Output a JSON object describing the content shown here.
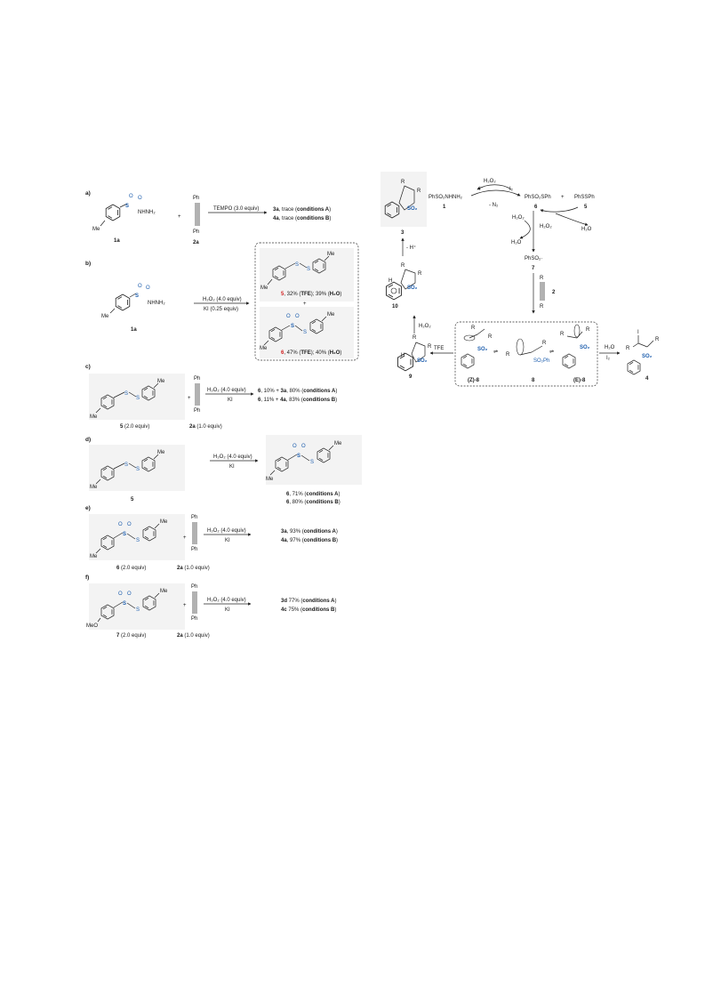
{
  "panels": {
    "a": {
      "label": "a)",
      "reagent_top": "TEMPO (3.0 equiv)",
      "alkyne_top": "Ph",
      "alkyne_bottom": "Ph",
      "mol1_label": "1a",
      "mol2_label": "2a",
      "mol1_group": "NHNH₂",
      "me": "Me",
      "plus": "+",
      "result1": {
        "cmp": "3a",
        "text": ", trace (",
        "cond": "conditions A",
        "close": ")"
      },
      "result2": {
        "cmp": "4a",
        "text": ", trace (",
        "cond": "conditions B",
        "close": ")"
      }
    },
    "b": {
      "label": "b)",
      "reagent_top": "H₂O₂ (4.0 equiv)",
      "reagent_bottom": "KI (0.25 equiv)",
      "mol_label": "1a",
      "group": "NHNH₂",
      "me": "Me",
      "s": "S",
      "o": "O",
      "plus": "+",
      "prod5": {
        "num": "5",
        "text": ", 32% (",
        "tfe": "TFE",
        "mid": "); 39% (",
        "h2o": "H₂O",
        "close": ")"
      },
      "prod6": {
        "num": "6",
        "text": ", 47% (",
        "tfe": "TFE",
        "mid": "); 40% (",
        "h2o": "H₂O",
        "close": ")"
      }
    },
    "c": {
      "label": "c)",
      "reagent_top": "H₂O₂ (4.0 equiv)",
      "reagent_bottom": "KI",
      "alkyne_top": "Ph",
      "alkyne_bottom": "Ph",
      "plus": "+",
      "mol1_label": "5",
      "mol1_equiv": " (2.0 equiv)",
      "mol2_label": "2a",
      "mol2_equiv": " (1.0 equiv)",
      "result1": {
        "a": "6",
        "t1": ", 10% + ",
        "b": "3a",
        "t2": ", 80% (",
        "cond": "conditions A",
        "close": ")"
      },
      "result2": {
        "a": "6",
        "t1": ", 11% + ",
        "b": "4a",
        "t2": ", 83% (",
        "cond": "conditions B",
        "close": ")"
      }
    },
    "d": {
      "label": "d)",
      "reagent_top": "H₂O₂ (4.0 equiv)",
      "reagent_bottom": "KI",
      "mol_label": "5",
      "result1": {
        "cmp": "6",
        "text": ", 71%  (",
        "cond": "conditions A",
        "close": ")"
      },
      "result2": {
        "cmp": "6",
        "text": ", 80%  (",
        "cond": "conditions B",
        "close": ")"
      }
    },
    "e": {
      "label": "e)",
      "reagent_top": "H₂O₂ (4.0 equiv)",
      "reagent_bottom": "KI",
      "alkyne_top": "Ph",
      "alkyne_bottom": "Ph",
      "plus": "+",
      "mol1_label": "6",
      "mol1_equiv": " (2.0 equiv)",
      "mol2_label": "2a",
      "mol2_equiv": " (1.0 equiv)",
      "result1": {
        "cmp": "3a",
        "text": ", 93% (",
        "cond": "conditions A",
        "close": ")"
      },
      "result2": {
        "cmp": "4a",
        "text": ", 97% (",
        "cond": "conditions B",
        "close": ")"
      }
    },
    "f": {
      "label": "f)",
      "reagent_top": "H₂O₂ (4.0 equiv)",
      "reagent_bottom": "KI",
      "alkyne_top": "Ph",
      "alkyne_bottom": "Ph",
      "plus": "+",
      "meo": "MeO",
      "mol1_label": "7",
      "mol1_equiv": " (2.0 equiv)",
      "mol2_label": "2a",
      "mol2_equiv": " (1.0 equiv)",
      "result1": {
        "cmp": "3d",
        "text": " 77% (",
        "cond": "conditions A",
        "close": ")"
      },
      "result2": {
        "cmp": "4c",
        "text": " 75% (",
        "cond": "conditions B",
        "close": ")"
      }
    }
  },
  "mechanism": {
    "start": "PhSO₂NHNH₂",
    "start_num": "1",
    "h2o2_top": "H₂O₂",
    "i_minus": "I⁻",
    "i2": "I₂",
    "minus_n2": "- N₂",
    "thiosulfonate": "PhSO₂SPh",
    "thiosulfonate_num": "6",
    "plus": "+",
    "disulfide": "PhSSPh",
    "disulfide_num": "5",
    "h2o2_a": "H₂O₂",
    "h2o_a": "H₂O",
    "h2o2_b": "H₂O₂",
    "h2o_b": "H₂O",
    "radical": "PhSO₂·",
    "radical_num": "7",
    "alkyne_num": "2",
    "r": "R",
    "int_z": "(Z)-8",
    "int_8": "8",
    "int_e": "(E)-8",
    "so2ph": "SO₂Ph",
    "so2": "SO₂",
    "h2o_c": "H₂O",
    "i2_c": "I₂",
    "prod4": "4",
    "tfe": "TFE",
    "int9": "9",
    "h2o2_c": "H₂O₂",
    "int10": "10",
    "minus_h": "- H⁺",
    "prod3": "3",
    "h": "H",
    "i_label": "I"
  },
  "colors": {
    "accent": "#1f5fae",
    "highlight": "#d11f1f",
    "panel_bg": "#f3f3f3"
  }
}
